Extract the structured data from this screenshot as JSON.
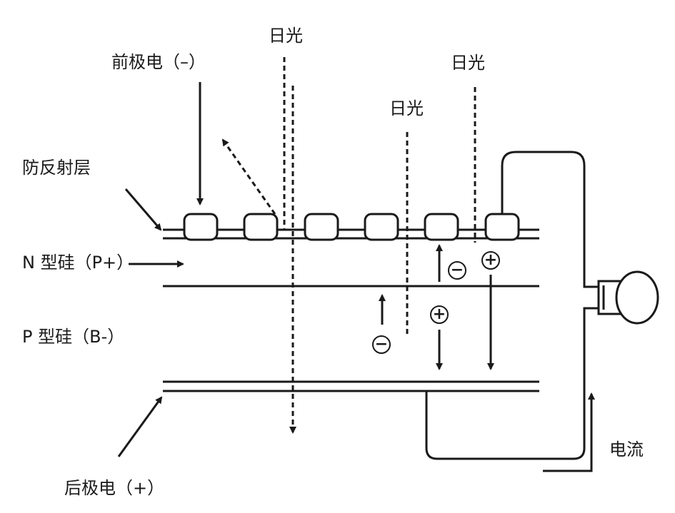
{
  "labels": {
    "front_electrode": "前极电（–）",
    "sunlight_1": "日光",
    "sunlight_2": "日光",
    "sunlight_3": "日光",
    "anti_reflection": "防反射层",
    "n_silicon": "N 型硅（P+）",
    "p_silicon": "P 型硅（B-）",
    "current": "电流",
    "back_electrode": "后极电（+）"
  },
  "charges": {
    "electron": "−",
    "hole": "+"
  },
  "colors": {
    "ink": "#1a1a1a",
    "background": "#ffffff"
  }
}
